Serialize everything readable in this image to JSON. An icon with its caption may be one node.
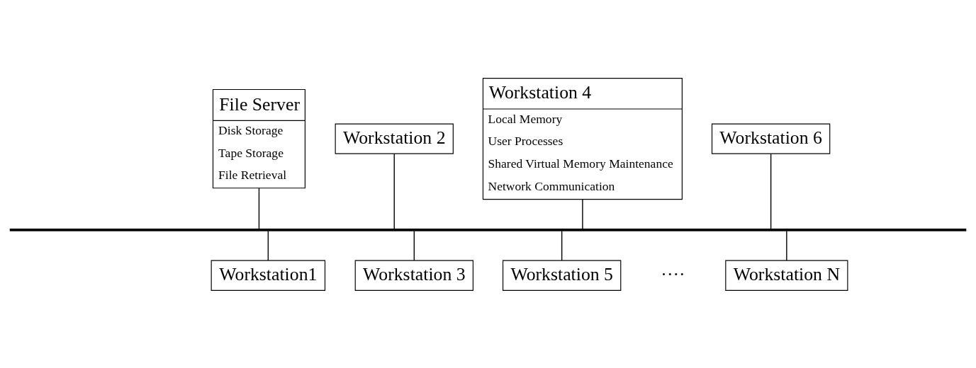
{
  "diagram": {
    "nodes": [
      {
        "text": [
          "File Server",
          "Disk Storage",
          "Tape Storage",
          "File Retrieval"
        ]
      },
      {
        "text": [
          "Workstation 2"
        ]
      },
      {
        "text": [
          "Workstation 4",
          "Local Memory",
          "User Processes",
          "Shared Virtual Memory Maintenance",
          "Network Communication"
        ]
      },
      {
        "text": [
          "Workstation 6"
        ]
      },
      {
        "text": [],
        "shape": "bar"
      },
      {
        "text": [
          "Workstation1"
        ]
      },
      {
        "text": [
          "Workstation 3"
        ]
      },
      {
        "text": [
          "Workstation 5"
        ]
      },
      {
        "text": [
          "Workstation N"
        ]
      }
    ],
    "edges": [
      {
        "from": 0,
        "to": 4,
        "arrow": "none"
      },
      {
        "from": 1,
        "to": 4,
        "arrow": "none"
      },
      {
        "from": 2,
        "to": 4,
        "arrow": "none"
      },
      {
        "from": 3,
        "to": 4,
        "arrow": "none"
      },
      {
        "from": 4,
        "to": 5,
        "arrow": "none"
      },
      {
        "from": 4,
        "to": 6,
        "arrow": "none"
      },
      {
        "from": 4,
        "to": 7,
        "arrow": "none"
      },
      {
        "from": 4,
        "to": 8,
        "arrow": "none"
      }
    ],
    "labels": [
      "····"
    ]
  }
}
